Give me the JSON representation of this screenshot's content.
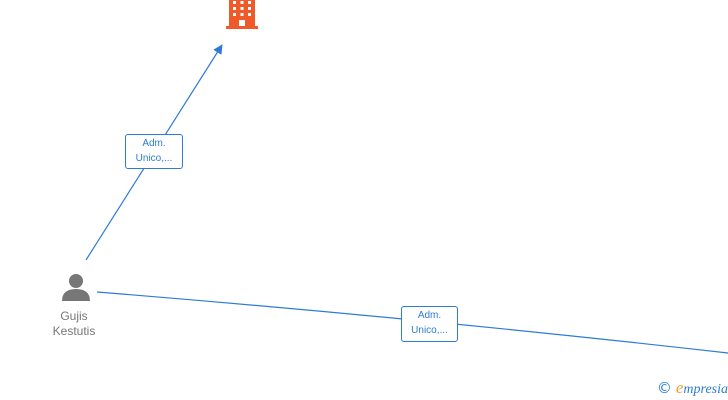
{
  "nodes": {
    "company": {
      "icon": "building-icon",
      "color": "#f05a28"
    },
    "person": {
      "icon": "person-icon",
      "name_line1": "Gujis",
      "name_line2": "Kestutis",
      "color": "#777777"
    }
  },
  "edges": [
    {
      "from": "person",
      "to": "company",
      "label_line1": "Adm.",
      "label_line2": "Unico,...",
      "color": "#2d7bd6"
    },
    {
      "from": "person",
      "to": "offscreen-right",
      "label_line1": "Adm.",
      "label_line2": "Unico,...",
      "color": "#2d7bd6"
    }
  ],
  "brand": {
    "copyright_symbol": "©",
    "name": "mpresia",
    "initial": "e",
    "icon": "copyright-icon"
  }
}
